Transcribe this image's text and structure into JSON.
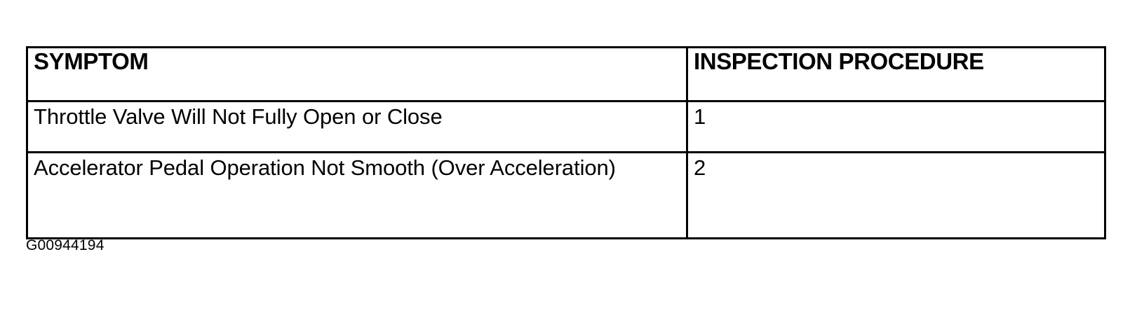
{
  "document": {
    "background_color": "#ffffff",
    "text_color": "#000000",
    "border_color": "#000000"
  },
  "table": {
    "columns": [
      {
        "key": "symptom",
        "header": "SYMPTOM"
      },
      {
        "key": "procedure",
        "header": "INSPECTION PROCEDURE"
      }
    ],
    "rows": [
      {
        "symptom": "Throttle Valve Will Not Fully Open or Close",
        "procedure": "1"
      },
      {
        "symptom": "Accelerator Pedal Operation Not Smooth (Over Acceleration)",
        "procedure": "2"
      }
    ]
  },
  "caption": {
    "text": "G00944194"
  }
}
